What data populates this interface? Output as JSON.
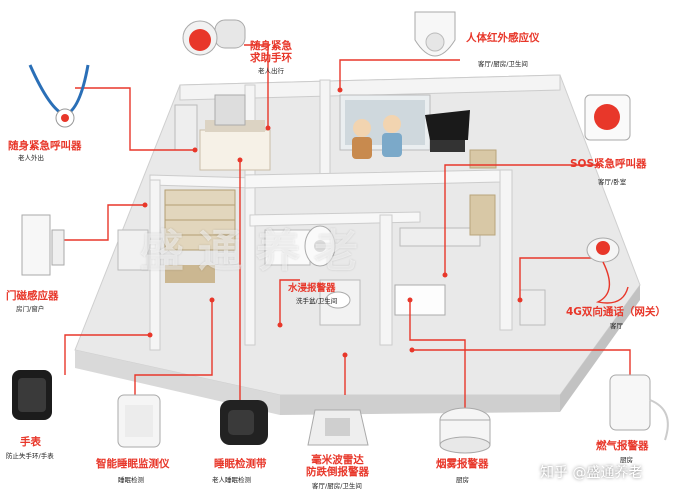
{
  "watermark": "盛通养老",
  "credit": "知乎 @盛通养老",
  "colors": {
    "accent": "#e8372a",
    "subtext": "#222222"
  },
  "devices": [
    {
      "label": "随身紧急呼叫器",
      "sub": "老人外出",
      "icon": "lanyard-pendant-icon"
    },
    {
      "label": "随身紧急\n求助手环",
      "sub": "老人出行",
      "icon": "wristband-sos-icon"
    },
    {
      "label": "人体红外感应仪",
      "sub": "客厅/厨房/卫生间",
      "icon": "pir-sensor-icon"
    },
    {
      "label": "SOS紧急呼叫器",
      "sub": "客厅/卧室",
      "icon": "sos-wall-button-icon"
    },
    {
      "label": "门磁感应器",
      "sub": "房门/窗户",
      "icon": "door-sensor-icon"
    },
    {
      "label": "4G双向通话（网关）",
      "sub": "客厅",
      "icon": "gateway-icon"
    },
    {
      "label": "水浸报警器",
      "sub": "洗手盆/卫生间",
      "icon": "water-leak-icon"
    },
    {
      "label": "手表",
      "sub": "防止失手环/手表",
      "icon": "smartwatch-icon"
    },
    {
      "label": "智能睡眠监测仪",
      "sub": "睡眠检测",
      "icon": "sleep-radar-icon"
    },
    {
      "label": "睡眠检测带",
      "sub": "老人睡眠检测",
      "icon": "sleep-belt-icon"
    },
    {
      "label": "毫米波雷达\n防跌倒报警器",
      "sub": "客厅/厨房/卫生间",
      "icon": "mmwave-radar-icon"
    },
    {
      "label": "烟雾报警器",
      "sub": "厨房",
      "icon": "smoke-detector-icon"
    },
    {
      "label": "燃气报警器",
      "sub": "厨房",
      "icon": "gas-detector-icon"
    }
  ]
}
